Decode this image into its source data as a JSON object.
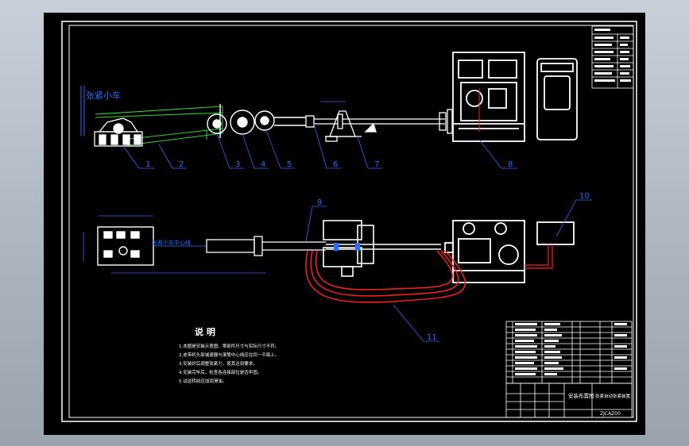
{
  "title_label": "张紧小车",
  "side_label": "张紧小车中心线",
  "parts": [
    "1",
    "2",
    "3",
    "4",
    "5",
    "6",
    "7",
    "8",
    "9",
    "10",
    "11"
  ],
  "notes": {
    "heading": "说 明",
    "lines": [
      "1.本图是安装示意图，零部件尺寸与实际尺寸不符。",
      "2.皮带机头部减速器与滚筒中心线应在同一平面上。",
      "3.安装好后调整张紧力，使其达到要求。",
      "4.安装完毕后，检查各连接部位是否牢固。",
      "5.试运转前应加润滑油。"
    ]
  },
  "title_block": {
    "drawing_name": "安装布置图",
    "company": "张紧自动张紧装置",
    "drawing_code": "ZJCAZ00"
  },
  "colors": {
    "sheet": "#000000",
    "line": "#ffffff",
    "dim": "#2a6cff",
    "green": "#2ed12e",
    "red": "#ff1e1e",
    "magenta": "#ff2cff"
  }
}
